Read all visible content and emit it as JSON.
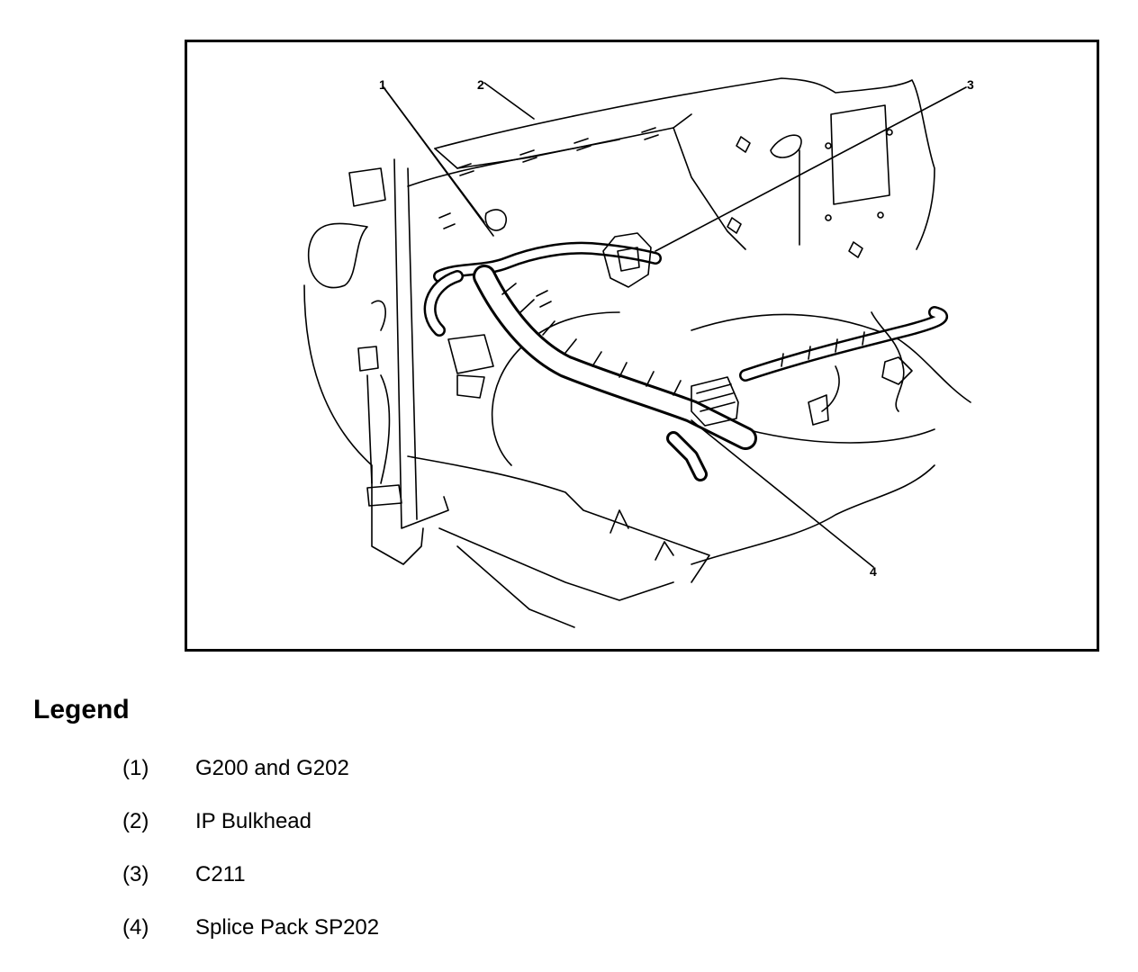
{
  "diagram": {
    "callouts": [
      {
        "id": "1"
      },
      {
        "id": "2"
      },
      {
        "id": "3"
      },
      {
        "id": "4"
      }
    ]
  },
  "legend": {
    "title": "Legend",
    "items": [
      {
        "num": "(1)",
        "text": "G200 and G202"
      },
      {
        "num": "(2)",
        "text": "IP Bulkhead"
      },
      {
        "num": "(3)",
        "text": "C211"
      },
      {
        "num": "(4)",
        "text": "Splice Pack SP202"
      }
    ]
  }
}
